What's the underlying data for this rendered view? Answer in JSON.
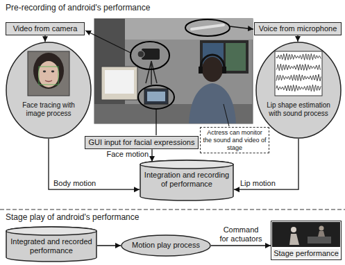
{
  "diagram": {
    "nodes": [
      {
        "text": [
          "Video from camera"
        ]
      },
      {
        "text": [
          "Voice from microphone"
        ]
      },
      {
        "text": [
          "Face tracing with image process"
        ]
      },
      {
        "text": [
          "Lip shape estimation with sound process"
        ]
      },
      {
        "text": [
          "GUI input for facial expressions"
        ]
      },
      {
        "text": [
          "Actress can monitor the sound and video of stage"
        ]
      },
      {
        "text": [
          "Integration and recording of performance"
        ]
      },
      {
        "text": [
          "Integrated and recorded performance"
        ]
      },
      {
        "text": [
          "Motion play process"
        ]
      },
      {
        "text": [
          "Stage performance"
        ]
      }
    ],
    "edges": [
      {
        "from": 0,
        "to": 2,
        "arrow": "to"
      },
      {
        "from": 1,
        "to": 3,
        "arrow": "to"
      },
      {
        "from": 2,
        "to": 6,
        "label": "Body motion",
        "arrow": "to"
      },
      {
        "from": 4,
        "to": 6,
        "label": "Face motion",
        "arrow": "to"
      },
      {
        "from": 3,
        "to": 6,
        "label": "Lip motion",
        "arrow": "to"
      },
      {
        "from": 7,
        "to": 8,
        "arrow": "to"
      },
      {
        "from": 8,
        "to": 9,
        "label": "Command for actuators",
        "arrow": "to"
      }
    ],
    "labels": [
      "Pre-recording of android's performance",
      "Stage play of android's performance"
    ]
  }
}
